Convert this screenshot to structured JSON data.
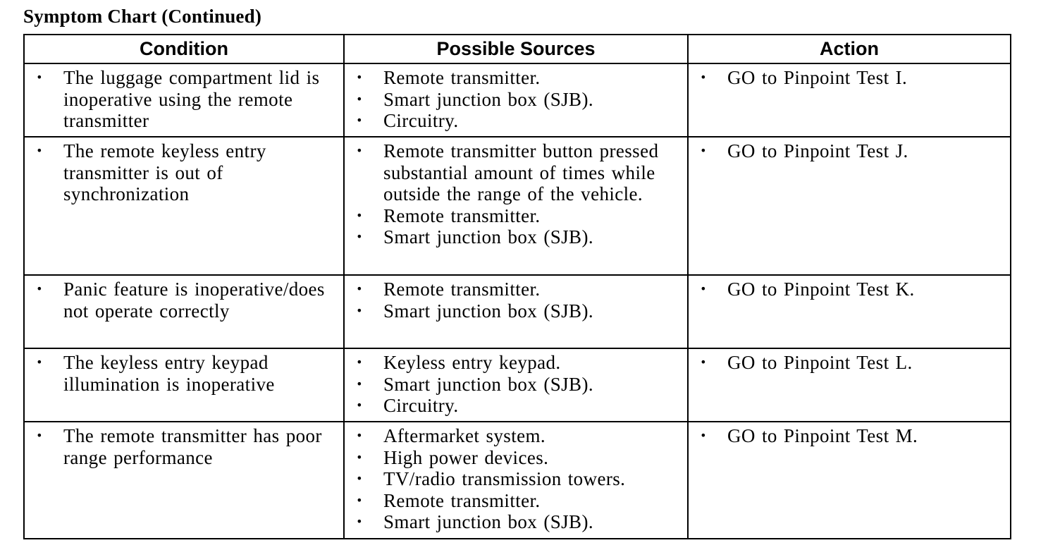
{
  "title": "Symptom Chart (Continued)",
  "headers": {
    "condition": "Condition",
    "sources": "Possible Sources",
    "action": "Action"
  },
  "bullet": "•",
  "rows": [
    {
      "condition": [
        "The luggage compartment lid is inoperative using the remote transmitter"
      ],
      "sources": [
        "Remote transmitter.",
        "Smart junction box (SJB).",
        "Circuitry."
      ],
      "action": [
        "GO to Pinpoint Test I."
      ]
    },
    {
      "condition": [
        "The remote keyless entry transmitter is out of synchronization"
      ],
      "sources": [
        "Remote transmitter button pressed substantial amount of times while outside the range of the vehicle.",
        "Remote transmitter.",
        "Smart junction box (SJB)."
      ],
      "action": [
        "GO to Pinpoint Test J."
      ]
    },
    {
      "condition": [
        "Panic feature is inoperative/does not operate correctly"
      ],
      "sources": [
        "Remote transmitter.",
        "Smart junction box (SJB)."
      ],
      "action": [
        "GO to Pinpoint Test K."
      ]
    },
    {
      "condition": [
        "The keyless entry keypad illumination is inoperative"
      ],
      "sources": [
        "Keyless entry keypad.",
        "Smart junction box (SJB).",
        "Circuitry."
      ],
      "action": [
        "GO to Pinpoint Test L."
      ]
    },
    {
      "condition": [
        "The remote transmitter has poor range performance"
      ],
      "sources": [
        "Aftermarket system.",
        "High power devices.",
        "TV/radio transmission towers.",
        "Remote transmitter.",
        "Smart junction box (SJB)."
      ],
      "action": [
        "GO to Pinpoint Test M."
      ]
    }
  ]
}
